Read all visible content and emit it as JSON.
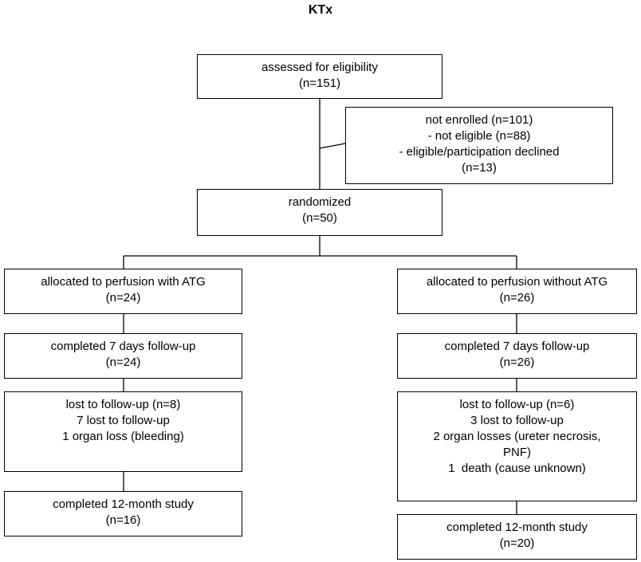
{
  "title": "KTx",
  "boxes": {
    "assessed": [
      "assessed for eligibility",
      "(n=151)"
    ],
    "not_enrolled": [
      "not enrolled (n=101)",
      "- not eligible (n=88)",
      "- eligible/participation declined",
      "(n=13)"
    ],
    "randomized": [
      "randomized",
      "(n=50)"
    ],
    "left": {
      "allocated": [
        "allocated to perfusion with ATG",
        "(n=24)"
      ],
      "followup": [
        "completed 7 days follow-up",
        "(n=24)"
      ],
      "lost": [
        "lost to follow-up (n=8)",
        "7 lost to follow-up",
        "1 organ loss (bleeding)"
      ],
      "completed": [
        "completed 12-month study",
        "(n=16)"
      ]
    },
    "right": {
      "allocated": [
        "allocated to perfusion without ATG",
        "(n=26)"
      ],
      "followup": [
        "completed 7 days follow-up",
        "(n=26)"
      ],
      "lost": [
        "lost to follow-up (n=6)",
        "3 lost to follow-up",
        "2 organ losses (ureter necrosis,",
        "PNF)",
        "1  death (cause unknown)"
      ],
      "completed": [
        "completed 12-month study",
        "(n=20)"
      ]
    }
  }
}
